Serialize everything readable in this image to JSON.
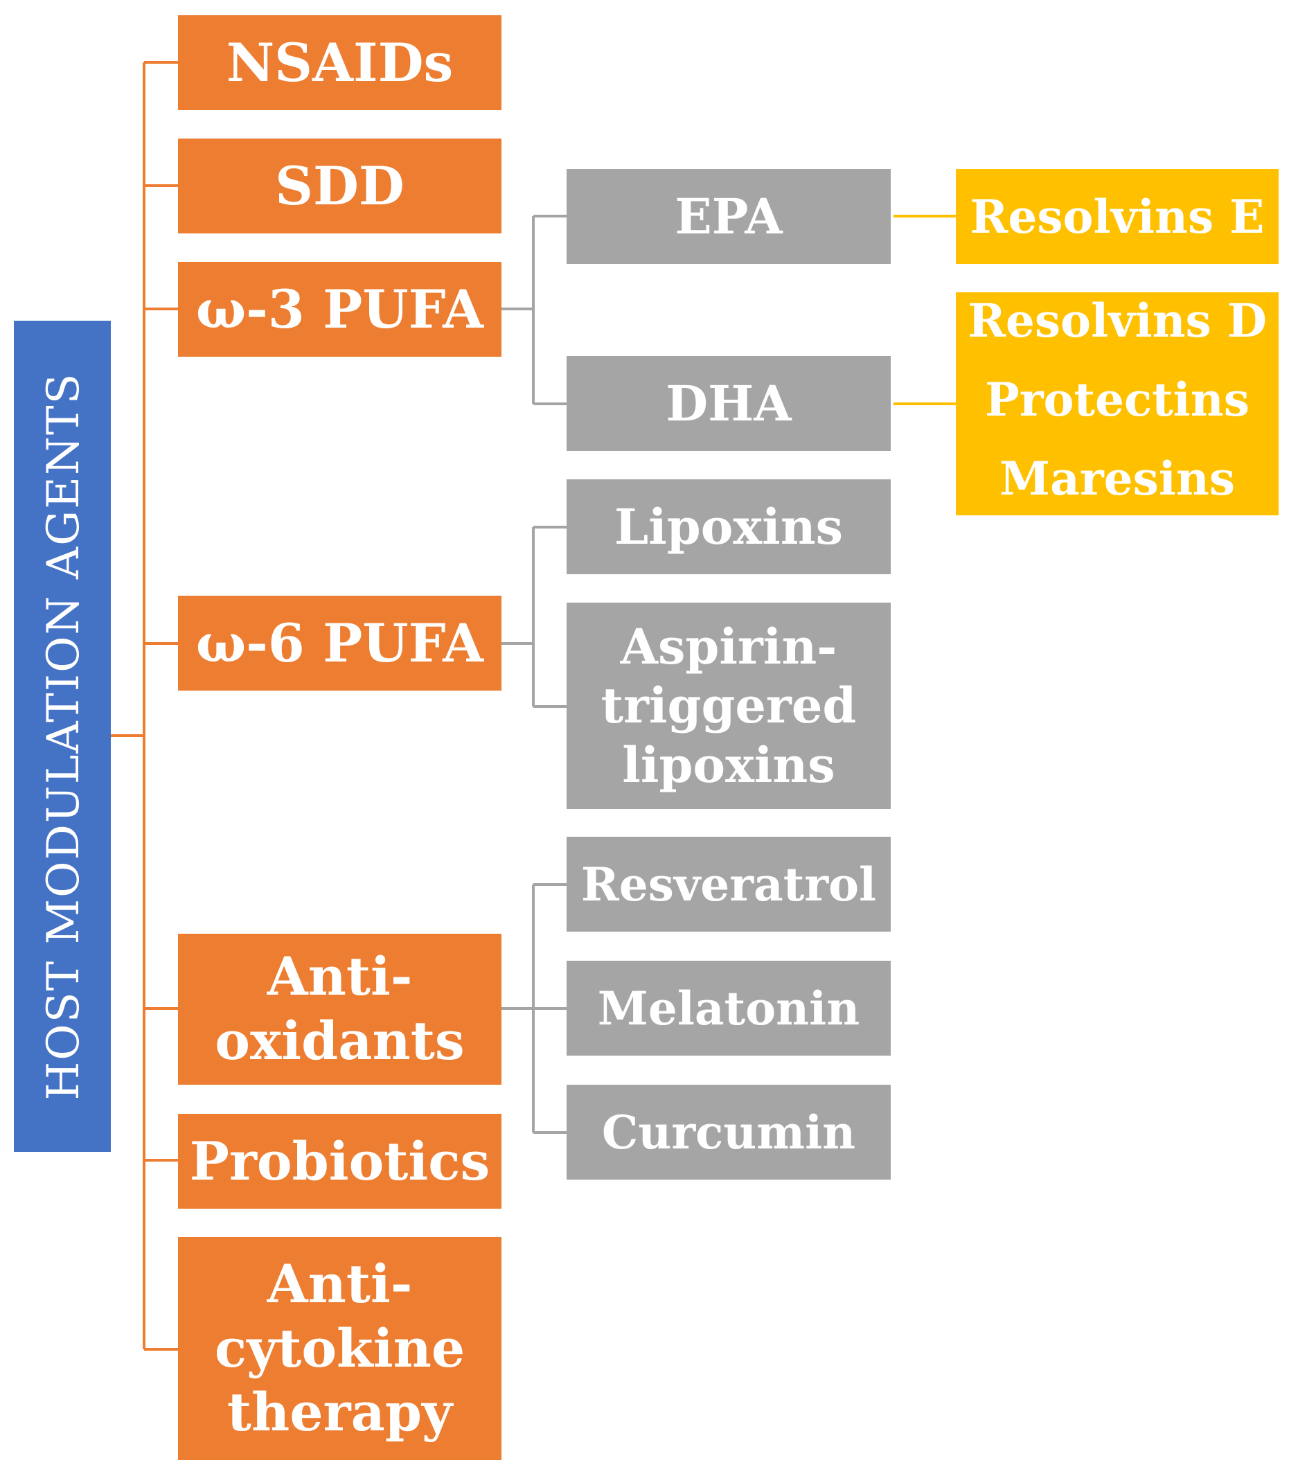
{
  "colors": {
    "root": "#4472C4",
    "level1": "#ED7D31",
    "level2": "#A5A5A5",
    "level3": "#FFC000",
    "connector_orange": "#ED7D31",
    "connector_gray": "#A5A5A5",
    "connector_yellow": "#FFC000",
    "text": "#FFFFFF"
  },
  "root": {
    "label": "HOST MODULATION AGENTS"
  },
  "level1": {
    "nsaids": "NSAIDs",
    "sdd": "SDD",
    "omega3": "ω-3 PUFA",
    "omega6": "ω-6 PUFA",
    "antioxidants": "Anti-\noxidants",
    "probiotics": "Probiotics",
    "anticytokine": "Anti-\ncytokine\ntherapy"
  },
  "level2": {
    "epa": "EPA",
    "dha": "DHA",
    "lipoxins": "Lipoxins",
    "aspirin_lipoxins": "Aspirin-\ntriggered\nlipoxins",
    "resveratrol": "Resveratrol",
    "melatonin": "Melatonin",
    "curcumin": "Curcumin"
  },
  "level3": {
    "resolvins_e": "Resolvins E",
    "dha_mediators": [
      "Resolvins D",
      "Protectins",
      "Maresins"
    ]
  }
}
